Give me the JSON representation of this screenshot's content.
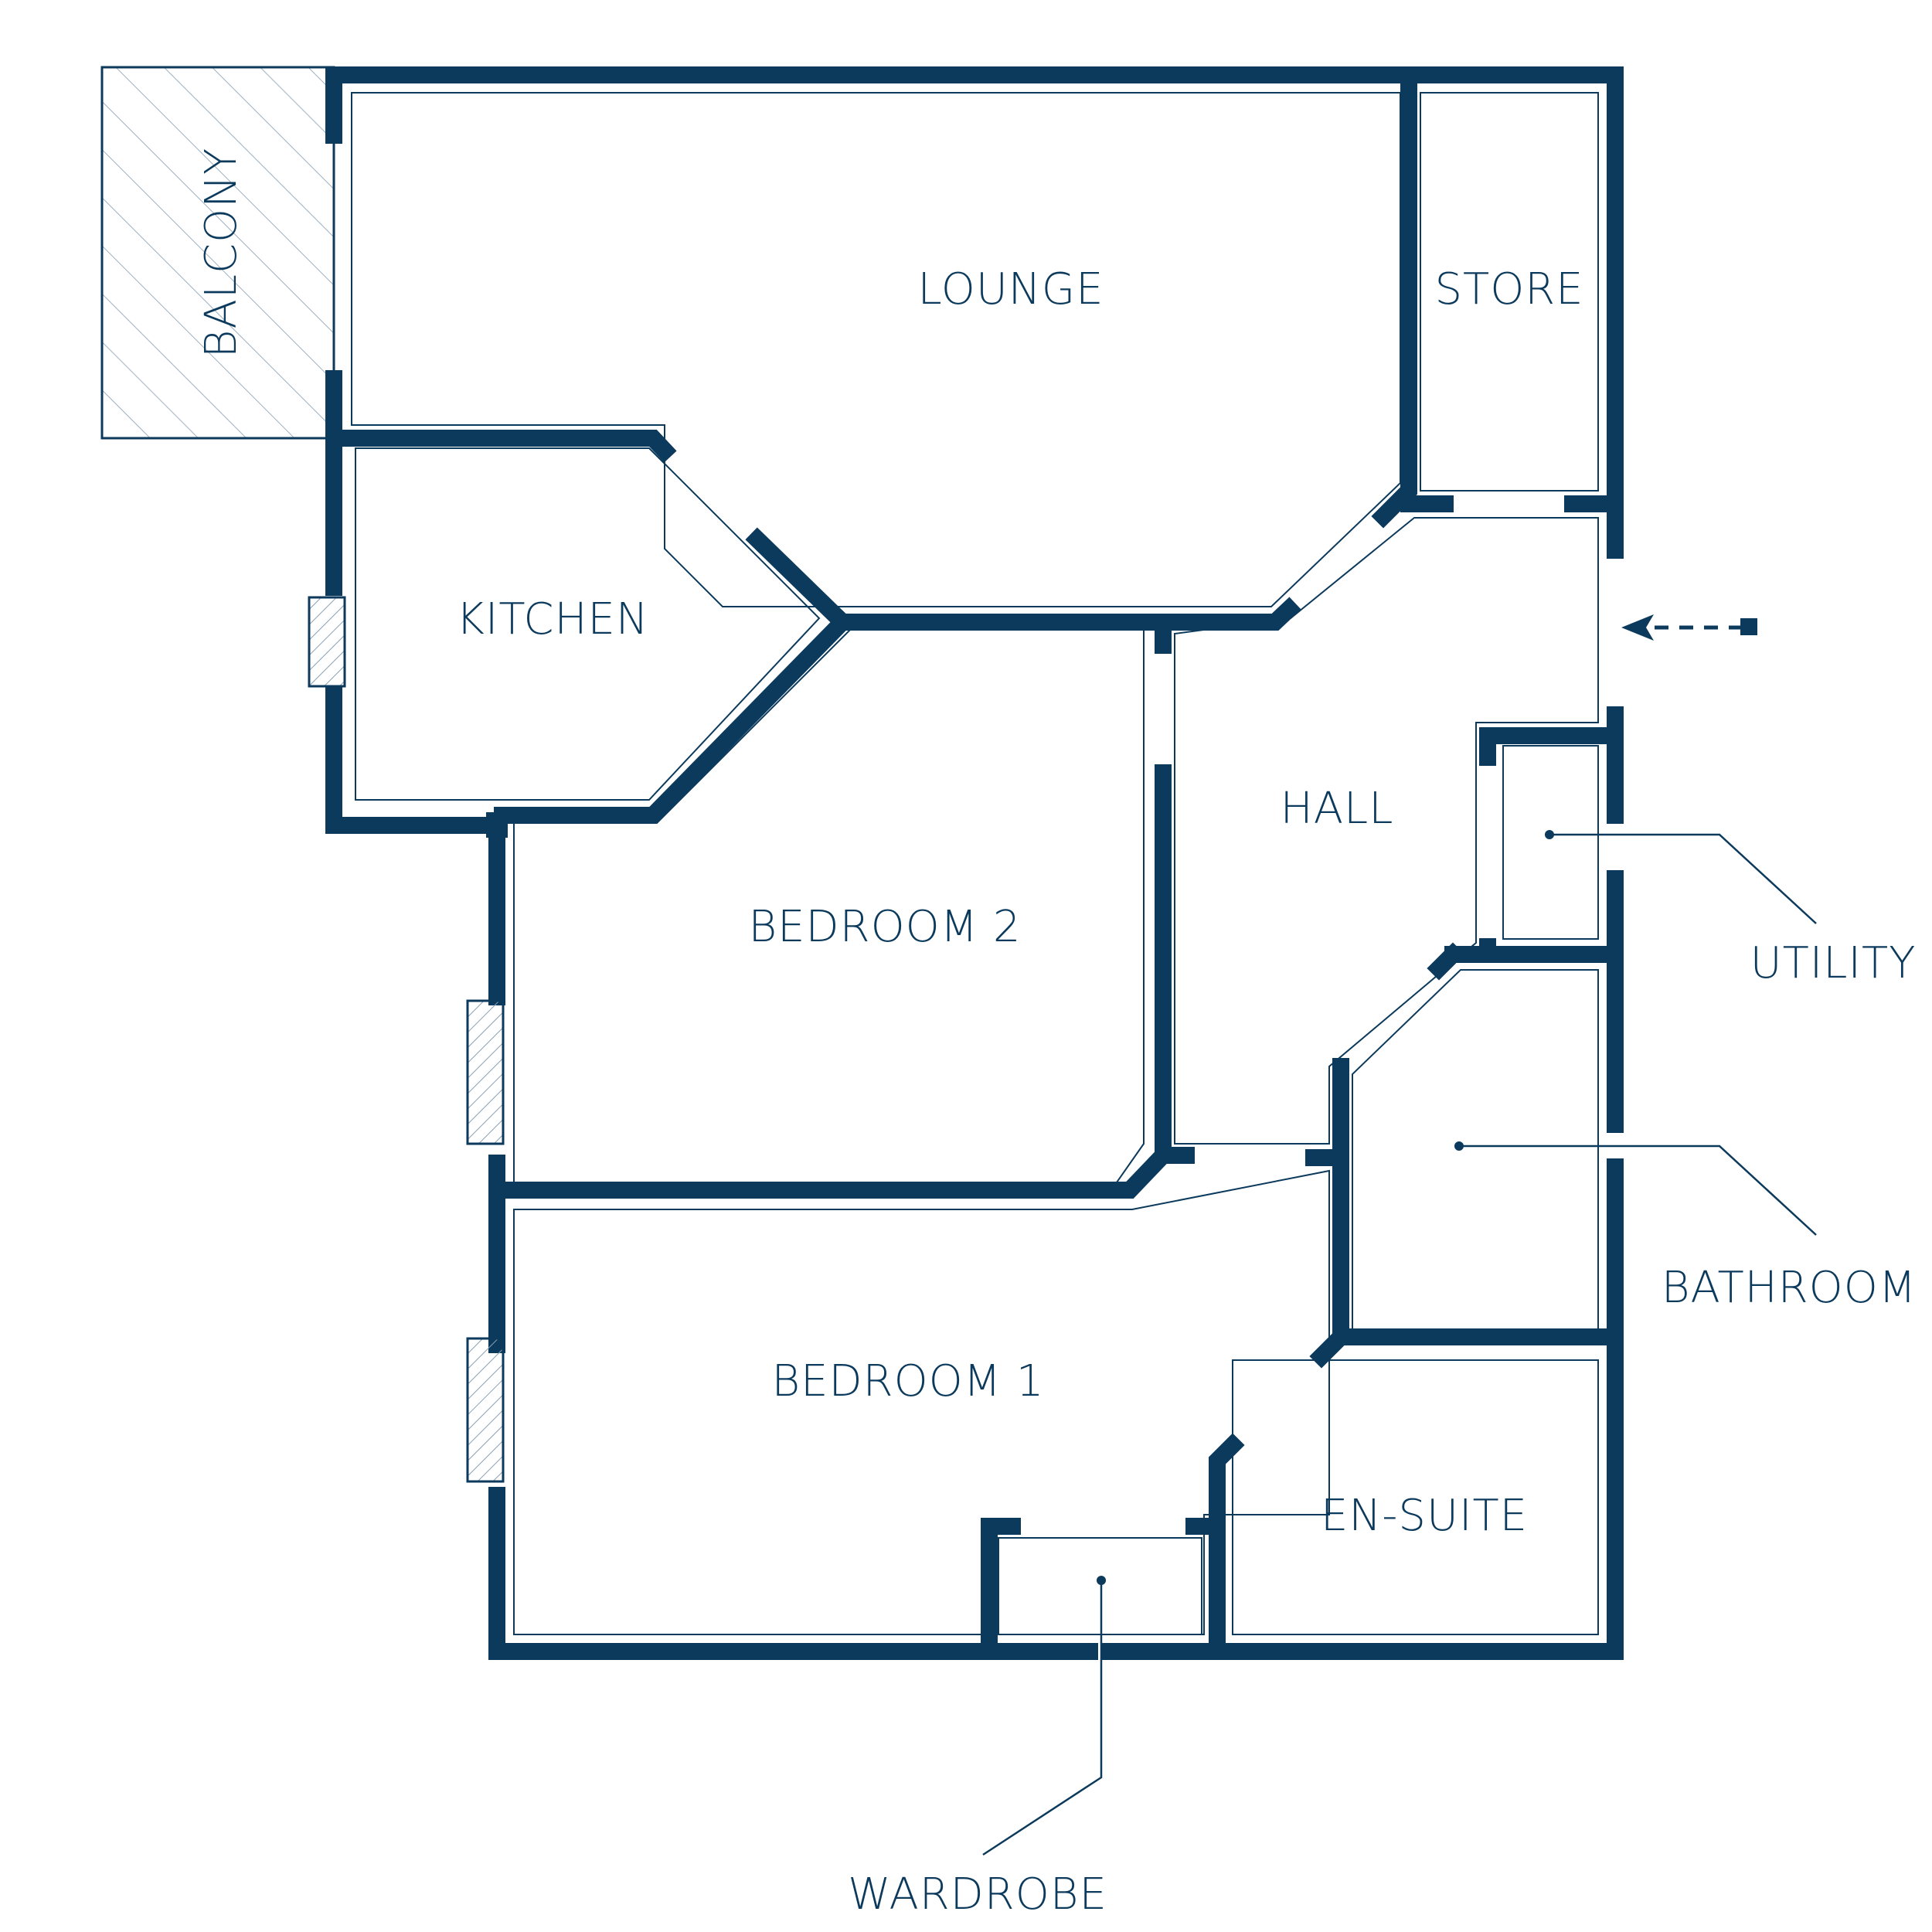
{
  "rooms": {
    "balcony": "BALCONY",
    "lounge": "LOUNGE",
    "store": "STORE",
    "kitchen": "KITCHEN",
    "hall": "HALL",
    "bedroom2": "BEDROOM 2",
    "bedroom1": "BEDROOM 1",
    "ensuite": "EN-SUITE"
  },
  "callouts": {
    "utility": "UTILITY",
    "bathroom": "BATHROOM",
    "wardrobe": "WARDROBE"
  },
  "colors": {
    "wall": "#0c3a5c",
    "background": "#ffffff"
  }
}
